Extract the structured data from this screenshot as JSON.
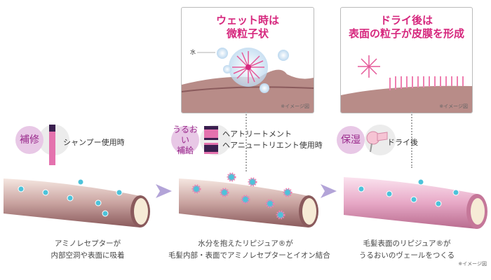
{
  "inset_wet": {
    "title_line1": "ウェット時は",
    "title_line2": "微粒子状",
    "water_label": "水",
    "note": "※イメージ図"
  },
  "inset_dry": {
    "title_line1": "ドライ後は",
    "title_line2": "表面の粒子が皮膜を形成",
    "note": "※イメージ図"
  },
  "steps": [
    {
      "badge": "補修",
      "product": "シャンプー使用時",
      "caption_line1": "アミノレセプターが",
      "caption_line2": "内部空洞や表面に吸着"
    },
    {
      "badge_line1": "うるおい",
      "badge_line2": "補給",
      "product_line1": "ヘアトリートメント",
      "product_line2": "ヘアニュートリエント使用時",
      "caption_line1": "水分を抱えたリピジュア®が",
      "caption_line2": "毛髪内部・表面でアミノレセプターとイオン結合"
    },
    {
      "badge": "保湿",
      "product": "ドライ後",
      "caption_line1": "毛髪表面のリピジュア®が",
      "caption_line2": "うるおいのヴェールをつくる"
    }
  ],
  "footer_note": "※イメージ図",
  "colors": {
    "accent": "#d6287e",
    "badge_bg": "#e8c8e6",
    "hair": "#c9a3a0"
  }
}
